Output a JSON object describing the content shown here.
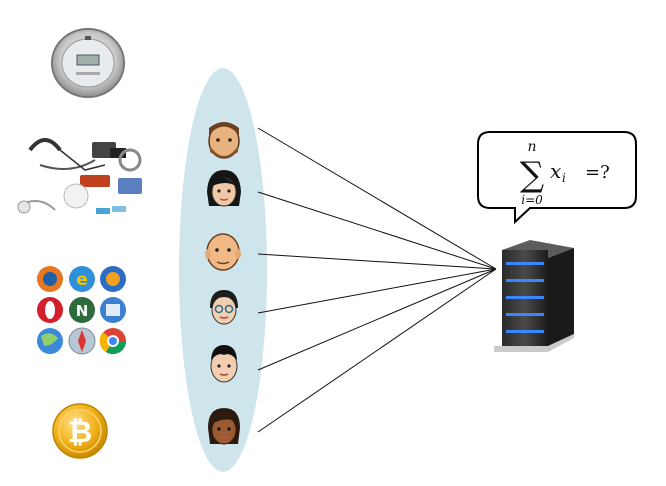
{
  "formula": {
    "sum_symbol": "∑",
    "upper_limit": "n",
    "lower_limit": "i=0",
    "term": "x",
    "term_subscript": "i",
    "query": "=?"
  },
  "left_column": [
    {
      "icon": "smart-meter-icon"
    },
    {
      "icon": "body-sensors-icon"
    },
    {
      "icon": "browser-logos-icon"
    },
    {
      "icon": "bitcoin-icon"
    }
  ],
  "participants": [
    {
      "icon": "bearded-man-avatar"
    },
    {
      "icon": "dark-hair-woman-avatar"
    },
    {
      "icon": "bald-man-avatar"
    },
    {
      "icon": "glasses-woman-avatar"
    },
    {
      "icon": "dark-hair-man-avatar"
    },
    {
      "icon": "dark-skin-woman-avatar"
    }
  ],
  "aggregator": {
    "icon": "server-icon"
  },
  "colors": {
    "ellipse": "#cfe5ec",
    "line": "#111111",
    "bitcoin": "#f2a900"
  }
}
